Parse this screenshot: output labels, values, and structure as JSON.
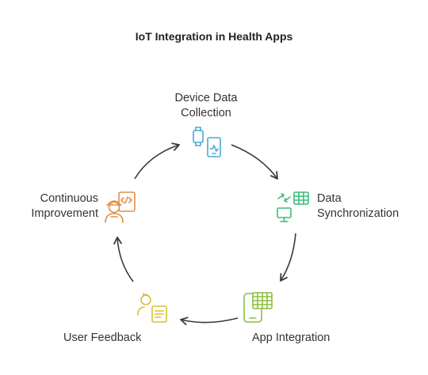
{
  "title": "IoT Integration in Health Apps",
  "steps": [
    {
      "name": "device-data-collection",
      "lines": [
        "Device Data",
        "Collection"
      ],
      "icon": "smartwatch-tablet-icon",
      "color": "#4aa8d8"
    },
    {
      "name": "data-synchronization",
      "lines": [
        "Data",
        "Synchronization"
      ],
      "icon": "sync-devices-icon",
      "color": "#3dbb7a"
    },
    {
      "name": "app-integration",
      "lines": [
        "App Integration"
      ],
      "icon": "app-spreadsheet-icon",
      "color": "#8cbf3f"
    },
    {
      "name": "user-feedback",
      "lines": [
        "User Feedback"
      ],
      "icon": "feedback-person-icon",
      "color": "#d8c030"
    },
    {
      "name": "continuous-improvement",
      "lines": [
        "Continuous",
        "Improvement"
      ],
      "icon": "engineer-code-icon",
      "color": "#e08f48"
    }
  ],
  "arrow_color": "#3a3a3a"
}
